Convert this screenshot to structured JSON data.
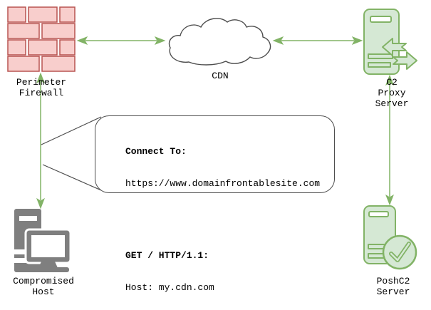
{
  "diagram": {
    "nodes": {
      "firewall": {
        "label": "Perimeter\nFirewall",
        "icon": "brick-wall-firewall"
      },
      "cdn": {
        "label": "CDN",
        "icon": "cloud"
      },
      "proxy": {
        "label": "C2 Proxy\nServer",
        "icon": "server-transfer-arrows"
      },
      "host": {
        "label": "Compromised\nHost",
        "icon": "desktop-tower-and-monitor"
      },
      "posh": {
        "label": "PoshC2\nServer",
        "icon": "server-checkmark"
      }
    },
    "callout": {
      "lines": [
        {
          "text": "Connect To:",
          "bold": true
        },
        {
          "text": "https://www.domainfrontablesite.com",
          "bold": false
        },
        {
          "text": "GET / HTTP/1.1:",
          "bold": true
        },
        {
          "text": "Host: my.cdn.com",
          "bold": false
        }
      ]
    },
    "edges": [
      {
        "from": "Perimeter Firewall",
        "to": "CDN",
        "bidirectional": true
      },
      {
        "from": "CDN",
        "to": "C2 Proxy Server",
        "bidirectional": true
      },
      {
        "from": "Compromised Host",
        "to": "Perimeter Firewall",
        "bidirectional": true
      },
      {
        "from": "C2 Proxy Server",
        "to": "PoshC2 Server",
        "bidirectional": true
      }
    ],
    "colors": {
      "arrow_green": "#82b366",
      "node_green_fill": "#d5e8d4",
      "node_green_stroke": "#82b366",
      "firewall_fill": "#f8cecc",
      "firewall_stroke": "#b85450",
      "host_gray": "#7f7f7f",
      "outline_dark": "#4d4d4d"
    }
  }
}
